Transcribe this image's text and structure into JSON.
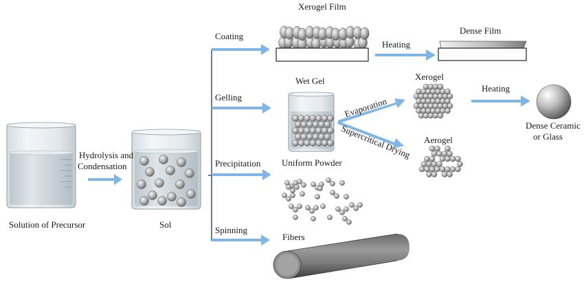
{
  "labels": {
    "solution": "Solution of Precursor",
    "hydrolysis_line1": "Hydrolysis and",
    "hydrolysis_line2": "Condensation",
    "sol": "Sol",
    "coating": "Coating",
    "gelling": "Gelling",
    "precipitation": "Precipitation",
    "spinning": "Spinning",
    "xerogel_film": "Xerogel Film",
    "heating_film": "Heating",
    "dense_film": "Dense Film",
    "wet_gel": "Wet Gel",
    "evaporation": "Evaporation",
    "supercritical": "Supercritical Drying",
    "xerogel": "Xerogel",
    "aerogel": "Aerogel",
    "heating_ceramic": "Heating",
    "dense_ceramic_line1": "Dense Ceramic",
    "dense_ceramic_line2": "or Glass",
    "uniform_powder": "Uniform Powder",
    "fibers": "Fibers"
  },
  "colors": {
    "arrow": "#7fb6e6",
    "branch_line": "#2c3e8f",
    "sphere_light": "#ededed",
    "sphere_dark": "#6f6f6f",
    "glass": "#e4eaee",
    "liquid": "#c9d3d9"
  }
}
